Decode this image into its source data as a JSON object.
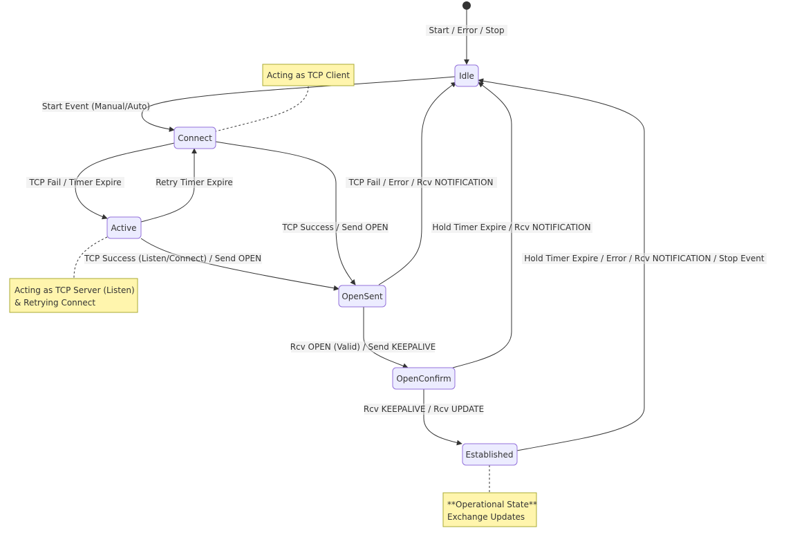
{
  "states": {
    "idle": "Idle",
    "connect": "Connect",
    "active": "Active",
    "opensent": "OpenSent",
    "openconfirm": "OpenConfirm",
    "established": "Established"
  },
  "transitions": {
    "start_idle": "Start / Error / Stop",
    "idle_connect": "Start Event (Manual/Auto)",
    "connect_active": "TCP Fail / Timer Expire",
    "active_connect": "Retry Timer Expire",
    "connect_opensent": "TCP Success / Send OPEN",
    "active_opensent": "TCP Success (Listen/Connect) / Send OPEN",
    "opensent_idle": "TCP Fail / Error / Rcv NOTIFICATION",
    "openconfirm_idle": "Hold Timer Expire / Rcv NOTIFICATION",
    "established_idle": "Hold Timer Expire / Error / Rcv NOTIFICATION / Stop Event",
    "opensent_openconfirm": "Rcv OPEN (Valid) / Send KEEPALIVE",
    "openconfirm_established": "Rcv KEEPALIVE / Rcv UPDATE"
  },
  "notes": {
    "client": "Acting as TCP Client",
    "server_line1": "Acting as TCP Server (Listen)",
    "server_line2": "& Retrying Connect",
    "established_line1": "**Operational State**",
    "established_line2": "Exchange Updates"
  },
  "colors": {
    "state_fill": "#ECECFF",
    "state_stroke": "#9370DB",
    "note_fill": "#FFF5AD",
    "note_stroke": "#AAAA33",
    "edge": "#333333"
  }
}
